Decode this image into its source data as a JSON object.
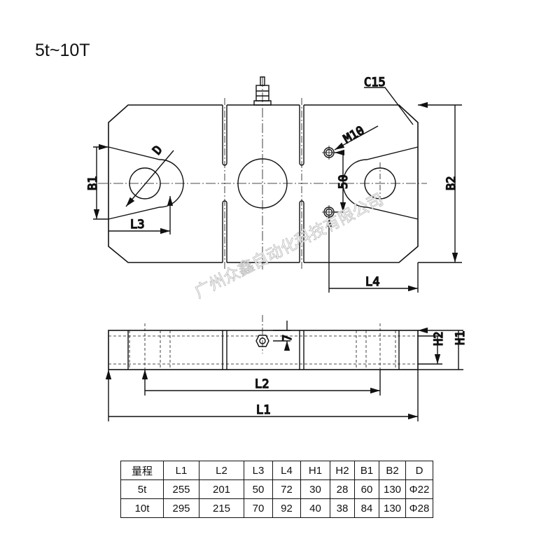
{
  "title": "5t~10T",
  "dimensions": {
    "B1": "B1",
    "B2": "B2",
    "L1": "L1",
    "L2": "L2",
    "L3": "L3",
    "L4": "L4",
    "H1": "H1",
    "H2": "H2",
    "D": "D",
    "C15": "C15",
    "M10": "M10",
    "d50": "50",
    "d7": "7"
  },
  "watermark": "广州众鑫自动化科技有限公司",
  "table": {
    "headers": [
      "量程",
      "L1",
      "L2",
      "L3",
      "L4",
      "H1",
      "H2",
      "B1",
      "B2",
      "D"
    ],
    "rows": [
      [
        "5t",
        "255",
        "201",
        "50",
        "72",
        "30",
        "28",
        "60",
        "130",
        "Φ22"
      ],
      [
        "10t",
        "295",
        "215",
        "70",
        "92",
        "40",
        "38",
        "84",
        "130",
        "Φ28"
      ]
    ]
  }
}
